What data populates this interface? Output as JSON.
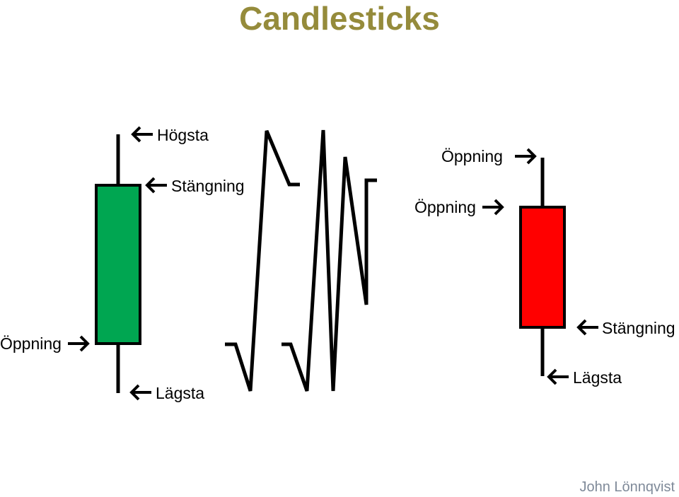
{
  "title": "Candlesticks",
  "credit": "John Lönnqvist",
  "colors": {
    "title": "#958B3B",
    "bullish_body": "#00A651",
    "bearish_body": "#FF0000",
    "outline": "#000000",
    "credit": "#7F8A99"
  },
  "bullish_candle": {
    "label_high": "Högsta",
    "label_close": "Stängning",
    "label_open": "Öppning",
    "label_low": "Lägsta"
  },
  "bearish_candle": {
    "label_high_open": "Öppning",
    "label_open": "Öppning",
    "label_close": "Stängning",
    "label_low": "Lägsta"
  },
  "icons": {
    "arrow_left": "arrow-left-icon",
    "arrow_right": "arrow-right-icon",
    "break_mark": "zigzag-break-icon"
  }
}
